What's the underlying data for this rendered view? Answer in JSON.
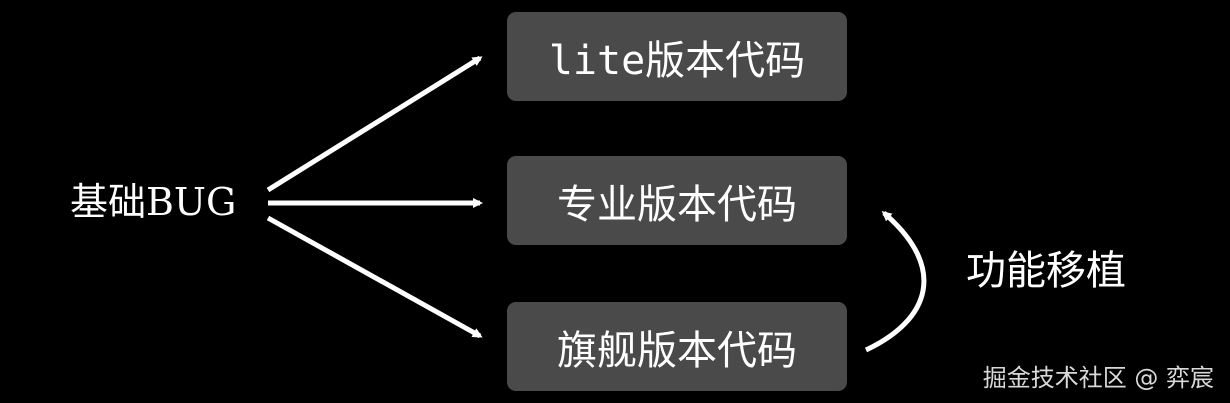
{
  "diagram": {
    "source": "基础BUG",
    "targets": {
      "lite": "lite版本代码",
      "pro": "专业版本代码",
      "flagship": "旗舰版本代码"
    },
    "side_label": "功能移植",
    "watermark": "掘金技术社区 @ 弈宸"
  },
  "colors": {
    "background": "#000000",
    "box": "#4a4a4a",
    "text": "#ffffff",
    "arrow": "#ffffff"
  }
}
